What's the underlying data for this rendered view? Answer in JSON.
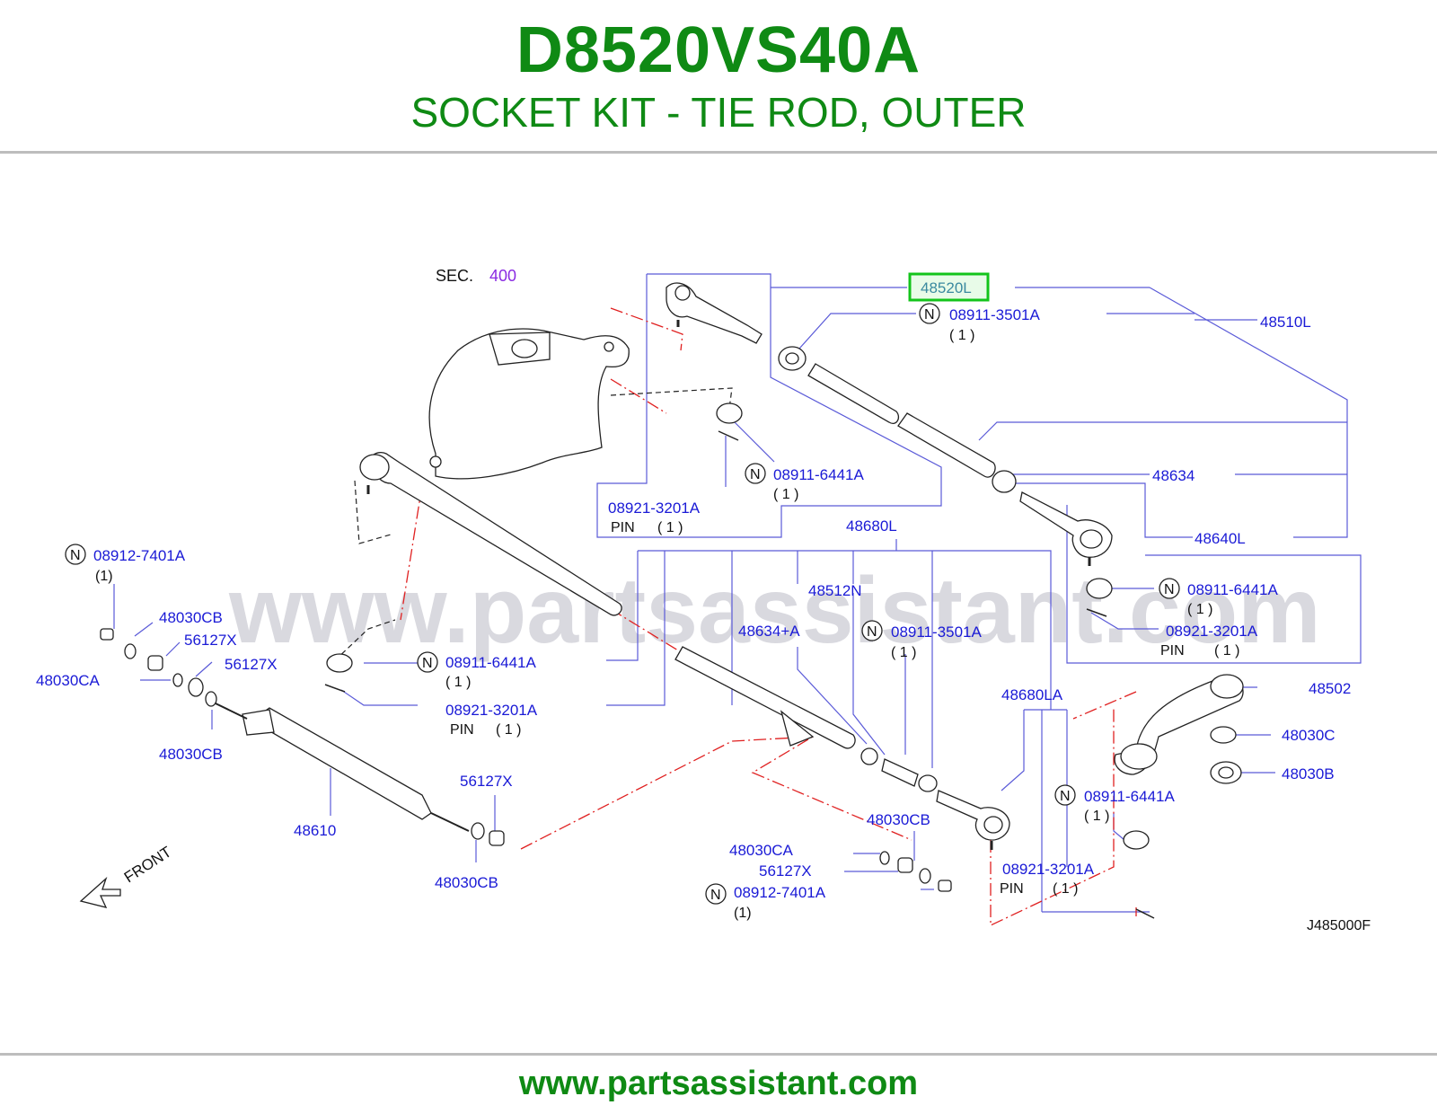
{
  "header": {
    "part_number": "D8520VS40A",
    "part_name": "SOCKET KIT - TIE ROD, OUTER"
  },
  "diagram": {
    "sec_label": "SEC.",
    "sec_number": "400",
    "watermark": "www.partsassistant.com",
    "drawing_code": "J485000F",
    "front_label": "FRONT",
    "highlighted_part": "48520L",
    "labels": {
      "p48520L": "48520L",
      "p48510L": "48510L",
      "p08911_3501A_top": "08911-3501A",
      "q08911_3501A_top": "( 1 )",
      "p08911_6441A_a": "08911-6441A",
      "q08911_6441A_a": "( 1 )",
      "p08921_3201A_a": "08921-3201A",
      "pin_a": "PIN",
      "q08921_3201A_a": "( 1 )",
      "p48634": "48634",
      "p48640L": "48640L",
      "p48680L": "48680L",
      "p48512N": "48512N",
      "p08911_6441A_b": "08911-6441A",
      "q08911_6441A_b": "( 1 )",
      "p08921_3201A_b": "08921-3201A",
      "pin_b": "PIN",
      "q08921_3201A_b": "( 1 )",
      "p08912_7401A_a": "08912-7401A",
      "q08912_7401A_a": "(1)",
      "p48030CB_a": "48030CB",
      "p56127X_a": "56127X",
      "p56127X_b": "56127X",
      "p48030CA_a": "48030CA",
      "p48030CB_b": "48030CB",
      "p48634A": "48634+A",
      "p08911_3501A_mid": "08911-3501A",
      "q08911_3501A_mid": "( 1 )",
      "p08911_6441A_c": "08911-6441A",
      "q08911_6441A_c": "( 1 )",
      "p08921_3201A_c": "08921-3201A",
      "pin_c": "PIN",
      "q08921_3201A_c": "( 1 )",
      "p48680LA": "48680LA",
      "p48502": "48502",
      "p48030C": "48030C",
      "p48030B": "48030B",
      "p08911_6441A_d": "08911-6441A",
      "q08911_6441A_d": "( 1 )",
      "p08921_3201A_d": "08921-3201A",
      "pin_d": "PIN",
      "q08921_3201A_d": "( 1 )",
      "p56127X_c": "56127X",
      "p48610": "48610",
      "p48030CB_c": "48030CB",
      "p48030CB_d": "48030CB",
      "p48030CA_b": "48030CA",
      "p56127X_d": "56127X",
      "p08912_7401A_b": "08912-7401A",
      "q08912_7401A_b": "(1)",
      "n_marker": "N"
    }
  },
  "footer": {
    "url": "www.partsassistant.com"
  },
  "colors": {
    "title_green": "#0f8a14",
    "label_blue": "#1a1ad6",
    "highlight_green": "#13c41b",
    "guide_red": "#e02020",
    "sec_purple": "#8a2be2"
  }
}
